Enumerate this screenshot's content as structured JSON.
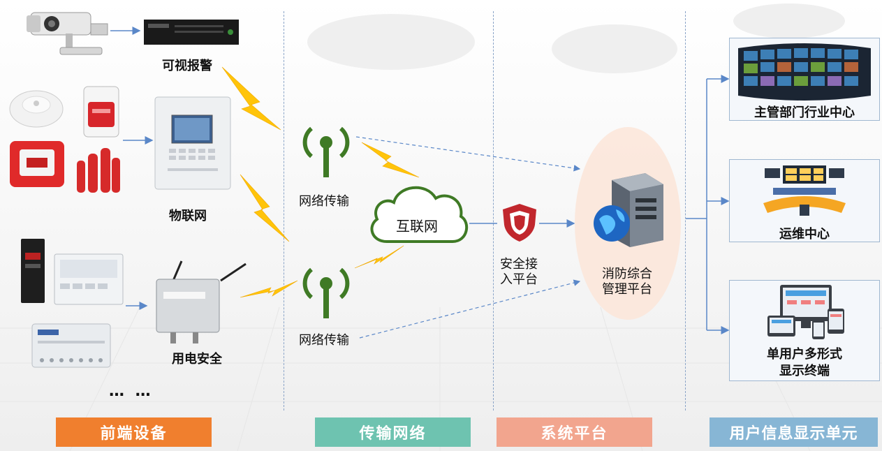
{
  "devices": {
    "video_alarm": "可视报警",
    "iot": "物联网",
    "electric_safety": "用电安全",
    "more": "… …"
  },
  "network": {
    "transmit_top": "网络传输",
    "transmit_bottom": "网络传输",
    "internet": "互联网"
  },
  "platform": {
    "security_access": "安全接\n入平台",
    "fire_management": "消防综合\n管理平台"
  },
  "users": {
    "authority_center": "主管部门行业中心",
    "ops_center": "运维中心",
    "multi_terminal": "单用户多形式\n显示终端"
  },
  "footer": {
    "front_end": "前端设备",
    "transmission": "传输网络",
    "system_platform": "系统平台",
    "user_display": "用户信息显示单元"
  },
  "colors": {
    "front_end": "#f07f2e",
    "transmission": "#6ec3b0",
    "system_platform": "#f2a58e",
    "user_display": "#87b6d5",
    "antenna": "#3f7a25",
    "bolt": "#ffc40a",
    "link": "#5a87c8"
  }
}
